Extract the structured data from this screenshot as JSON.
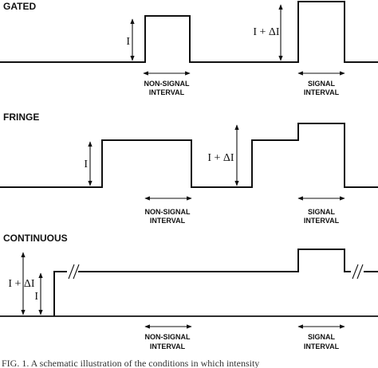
{
  "panels": [
    {
      "title": "GATED",
      "amplitude_labels": [
        "I",
        "I + ΔI"
      ],
      "intervals": [
        {
          "line1": "NON-SIGNAL",
          "line2": "INTERVAL"
        },
        {
          "line1": "SIGNAL",
          "line2": "INTERVAL"
        }
      ]
    },
    {
      "title": "FRINGE",
      "amplitude_labels": [
        "I",
        "I + ΔI"
      ],
      "intervals": [
        {
          "line1": "NON-SIGNAL",
          "line2": "INTERVAL"
        },
        {
          "line1": "SIGNAL",
          "line2": "INTERVAL"
        }
      ]
    },
    {
      "title": "CONTINUOUS",
      "amplitude_labels": [
        "I",
        "I + ΔI"
      ],
      "intervals": [
        {
          "line1": "NON-SIGNAL",
          "line2": "INTERVAL"
        },
        {
          "line1": "SIGNAL",
          "line2": "INTERVAL"
        }
      ]
    }
  ],
  "caption": "FIG. 1. A schematic illustration of the conditions in which intensity"
}
